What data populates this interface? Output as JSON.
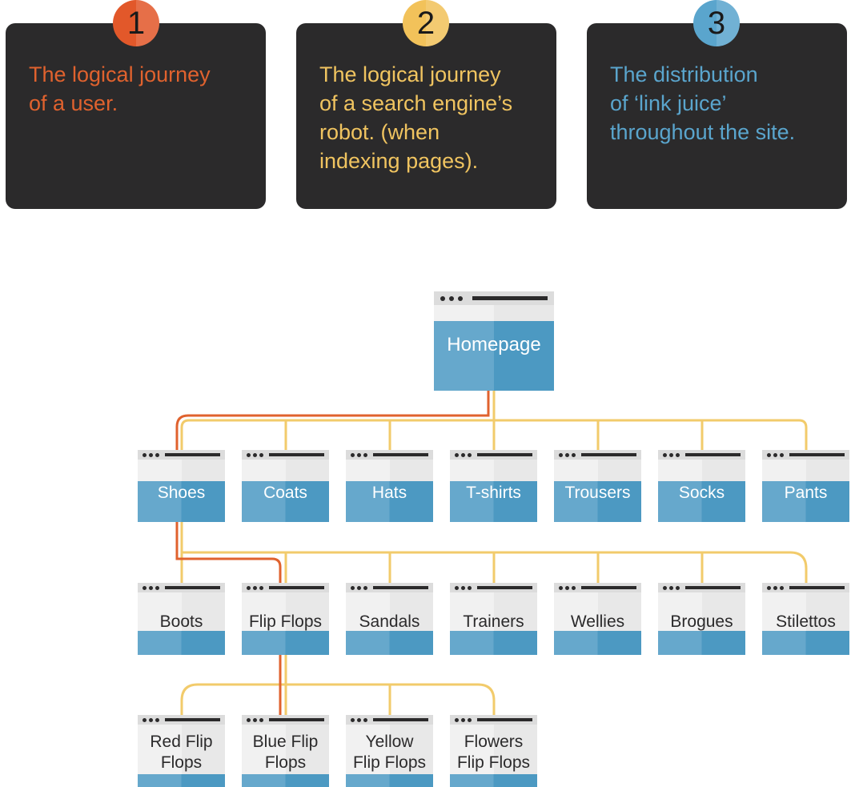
{
  "cards": [
    {
      "number": "1",
      "text": "The logical journey\nof a user.",
      "color": "#e0622e",
      "badge_color": "#e2582a"
    },
    {
      "number": "2",
      "text": "The logical journey\nof a search engine’s\nrobot. (when\nindexing pages).",
      "color": "#f0c460",
      "badge_color": "#f2c25a"
    },
    {
      "number": "3",
      "text": "The distribution\nof ‘link juice’\nthroughout the site.",
      "color": "#5aa5cd",
      "badge_color": "#5aa5cd"
    }
  ],
  "tree": {
    "homepage": "Homepage",
    "categories": [
      "Shoes",
      "Coats",
      "Hats",
      "T-shirts",
      "Trousers",
      "Socks",
      "Pants"
    ],
    "shoe_types": [
      "Boots",
      "Flip Flops",
      "Sandals",
      "Trainers",
      "Wellies",
      "Brogues",
      "Stilettos"
    ],
    "flip_flops": [
      "Red Flip\nFlops",
      "Blue Flip\nFlops",
      "Yellow\nFlip Flops",
      "Flowers\nFlip Flops"
    ]
  },
  "colors": {
    "card_bg": "#2b2a2b",
    "user_path": "#e0622e",
    "robot_path": "#f2cb6b",
    "page_blue": "#5aa5cd"
  }
}
